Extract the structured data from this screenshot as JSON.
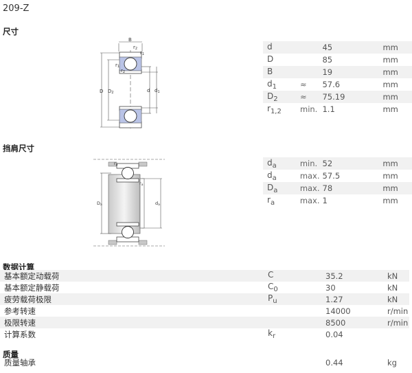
{
  "title": "209-Z",
  "sections": {
    "dimensions": "尺寸",
    "abutment": "挡肩尺寸",
    "calc": "数据计算",
    "mass": "质量"
  },
  "dimensions": [
    {
      "sym": "d",
      "sub": "",
      "cond": "",
      "val": "45",
      "unit": "mm"
    },
    {
      "sym": "D",
      "sub": "",
      "cond": "",
      "val": "85",
      "unit": "mm"
    },
    {
      "sym": "B",
      "sub": "",
      "cond": "",
      "val": "19",
      "unit": "mm"
    },
    {
      "sym": "d",
      "sub": "1",
      "cond": "≈",
      "val": "57.6",
      "unit": "mm"
    },
    {
      "sym": "D",
      "sub": "2",
      "cond": "≈",
      "val": "75.19",
      "unit": "mm"
    },
    {
      "sym": "r",
      "sub": "1,2",
      "cond": "min.",
      "val": "1.1",
      "unit": "mm"
    }
  ],
  "abutment": [
    {
      "sym": "d",
      "sub": "a",
      "cond": "min.",
      "val": "52",
      "unit": "mm"
    },
    {
      "sym": "d",
      "sub": "a",
      "cond": "max.",
      "val": "57.5",
      "unit": "mm"
    },
    {
      "sym": "D",
      "sub": "a",
      "cond": "max.",
      "val": "78",
      "unit": "mm"
    },
    {
      "sym": "r",
      "sub": "a",
      "cond": "max.",
      "val": "1",
      "unit": "mm"
    }
  ],
  "calc": [
    {
      "label": "基本额定动载荷",
      "sym": "C",
      "sub": "",
      "val": "35.2",
      "unit": "kN"
    },
    {
      "label": "基本额定静载荷",
      "sym": "C",
      "sub": "0",
      "val": "30",
      "unit": "kN"
    },
    {
      "label": "疲劳载荷极限",
      "sym": "P",
      "sub": "u",
      "val": "1.27",
      "unit": "kN"
    },
    {
      "label": "参考转速",
      "sym": "",
      "sub": "",
      "val": "14000",
      "unit": "r/min"
    },
    {
      "label": "极限转速",
      "sym": "",
      "sub": "",
      "val": "8500",
      "unit": "r/min"
    },
    {
      "label": "计算系数",
      "sym": "k",
      "sub": "r",
      "val": "0.04",
      "unit": ""
    }
  ],
  "mass": [
    {
      "label": "质量轴承",
      "val": "0.44",
      "unit": "kg"
    }
  ],
  "diagram1_labels": {
    "B": "B",
    "r1": "r",
    "r1sub": "1",
    "r2": "r",
    "r2sub": "2",
    "D": "D",
    "D2": "D",
    "D2sub": "2",
    "d": "d",
    "d1": "d",
    "d1sub": "1"
  },
  "diagram2_labels": {
    "ra": "r",
    "rasub": "a",
    "Da": "D",
    "Dasub": "a",
    "da": "d",
    "dasub": "a"
  }
}
